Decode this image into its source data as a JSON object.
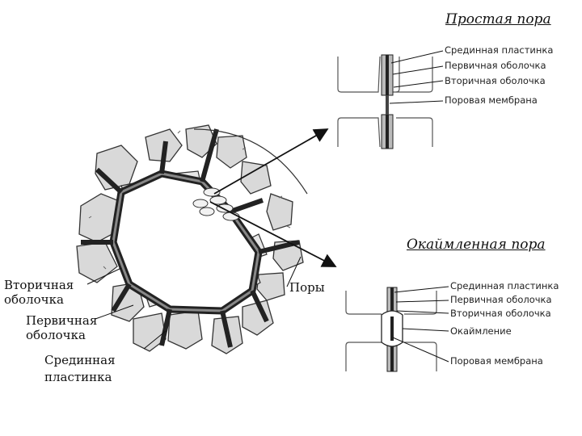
{
  "simple_pore": {
    "title": "Простая пора",
    "labels": [
      "Срединная пластинка",
      "Первичная оболочка",
      "Вторичная оболочка",
      "Поровая мембрана"
    ]
  },
  "bordered_pore": {
    "title": "Окаймленная пора",
    "labels": [
      "Срединная пластинка",
      "Первичная оболочка",
      "Вторичная оболочка",
      "Окаймление",
      "Поровая мембрана"
    ]
  },
  "cell_labels": {
    "secondary": [
      "Вторичная",
      "оболочка"
    ],
    "primary": [
      "Первичная",
      "оболочка"
    ],
    "middle": [
      "Срединная",
      "пластинка"
    ],
    "pores": "Поры"
  }
}
